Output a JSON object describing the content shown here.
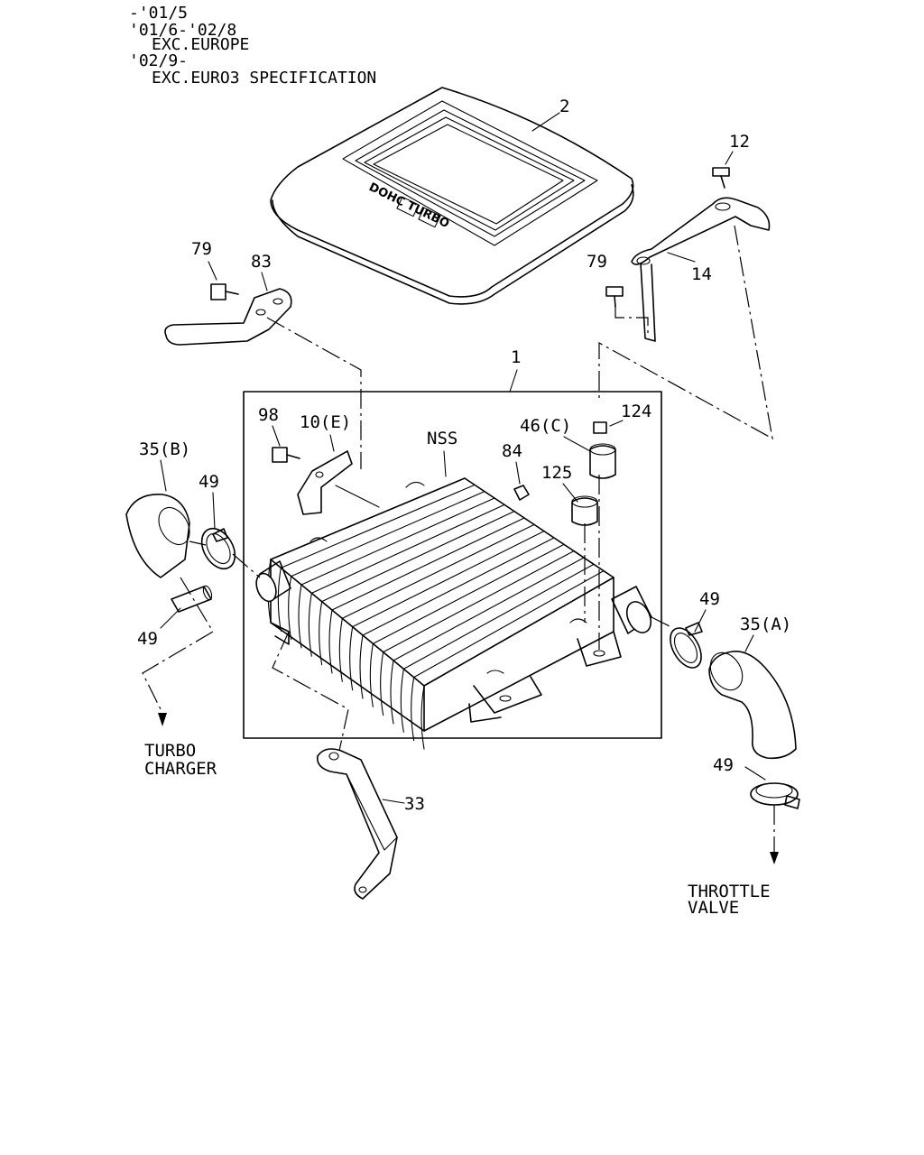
{
  "notes": [
    "-'01/5",
    "'01/6-'02/8",
    "EXC.EUROPE",
    "'02/9-",
    "EXC.EURO3 SPECIFICATION"
  ],
  "cover_emblem": "DOHC TURBO",
  "callouts": {
    "p1": "1",
    "p2": "2",
    "p12": "12",
    "p14": "14",
    "p79a": "79",
    "p79b": "79",
    "p83": "83",
    "p98": "98",
    "p10e": "10(E)",
    "nss": "NSS",
    "p84": "84",
    "p46c": "46(C)",
    "p124": "124",
    "p125": "125",
    "p35b": "35(B)",
    "p49a": "49",
    "p49b": "49",
    "p49c": "49",
    "p49d": "49",
    "p35a": "35(A)",
    "p33": "33"
  },
  "destinations": {
    "turbo_line1": "TURBO",
    "turbo_line2": "CHARGER",
    "throttle_line1": "THROTTLE",
    "throttle_line2": "VALVE"
  }
}
